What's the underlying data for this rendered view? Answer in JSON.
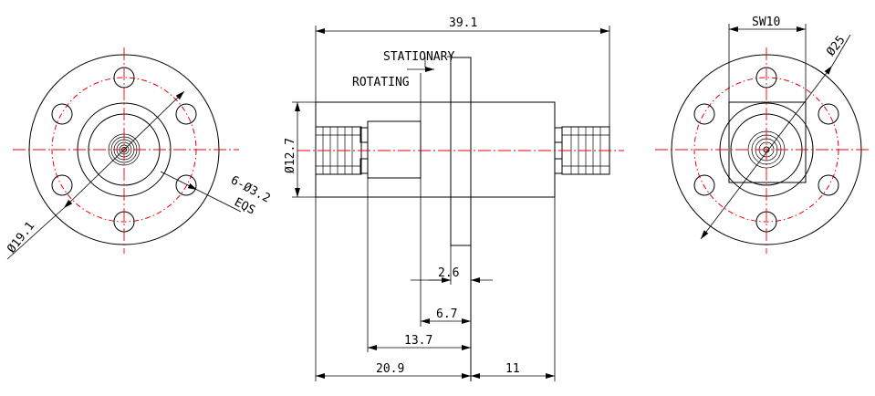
{
  "colors": {
    "line": "#000000",
    "centerline": "#e8000b",
    "background": "#ffffff"
  },
  "left_view": {
    "pcd_label": "Ø19.1",
    "hole_label": "6-Ø3.2",
    "hole_note": "EQS"
  },
  "side_view": {
    "length_total": "39.1",
    "body_diameter": "Ø12.7",
    "stationary_label": "STATIONARY",
    "rotating_label": "ROTATING",
    "dim_flange": "2.6",
    "dim_rotor_step": "6.7",
    "dim_rotor_body": "13.7",
    "dim_left_overall": "20.9",
    "dim_right_overall": "11"
  },
  "right_view": {
    "wrench_label": "SW10",
    "flange_diameter": "Ø25"
  }
}
